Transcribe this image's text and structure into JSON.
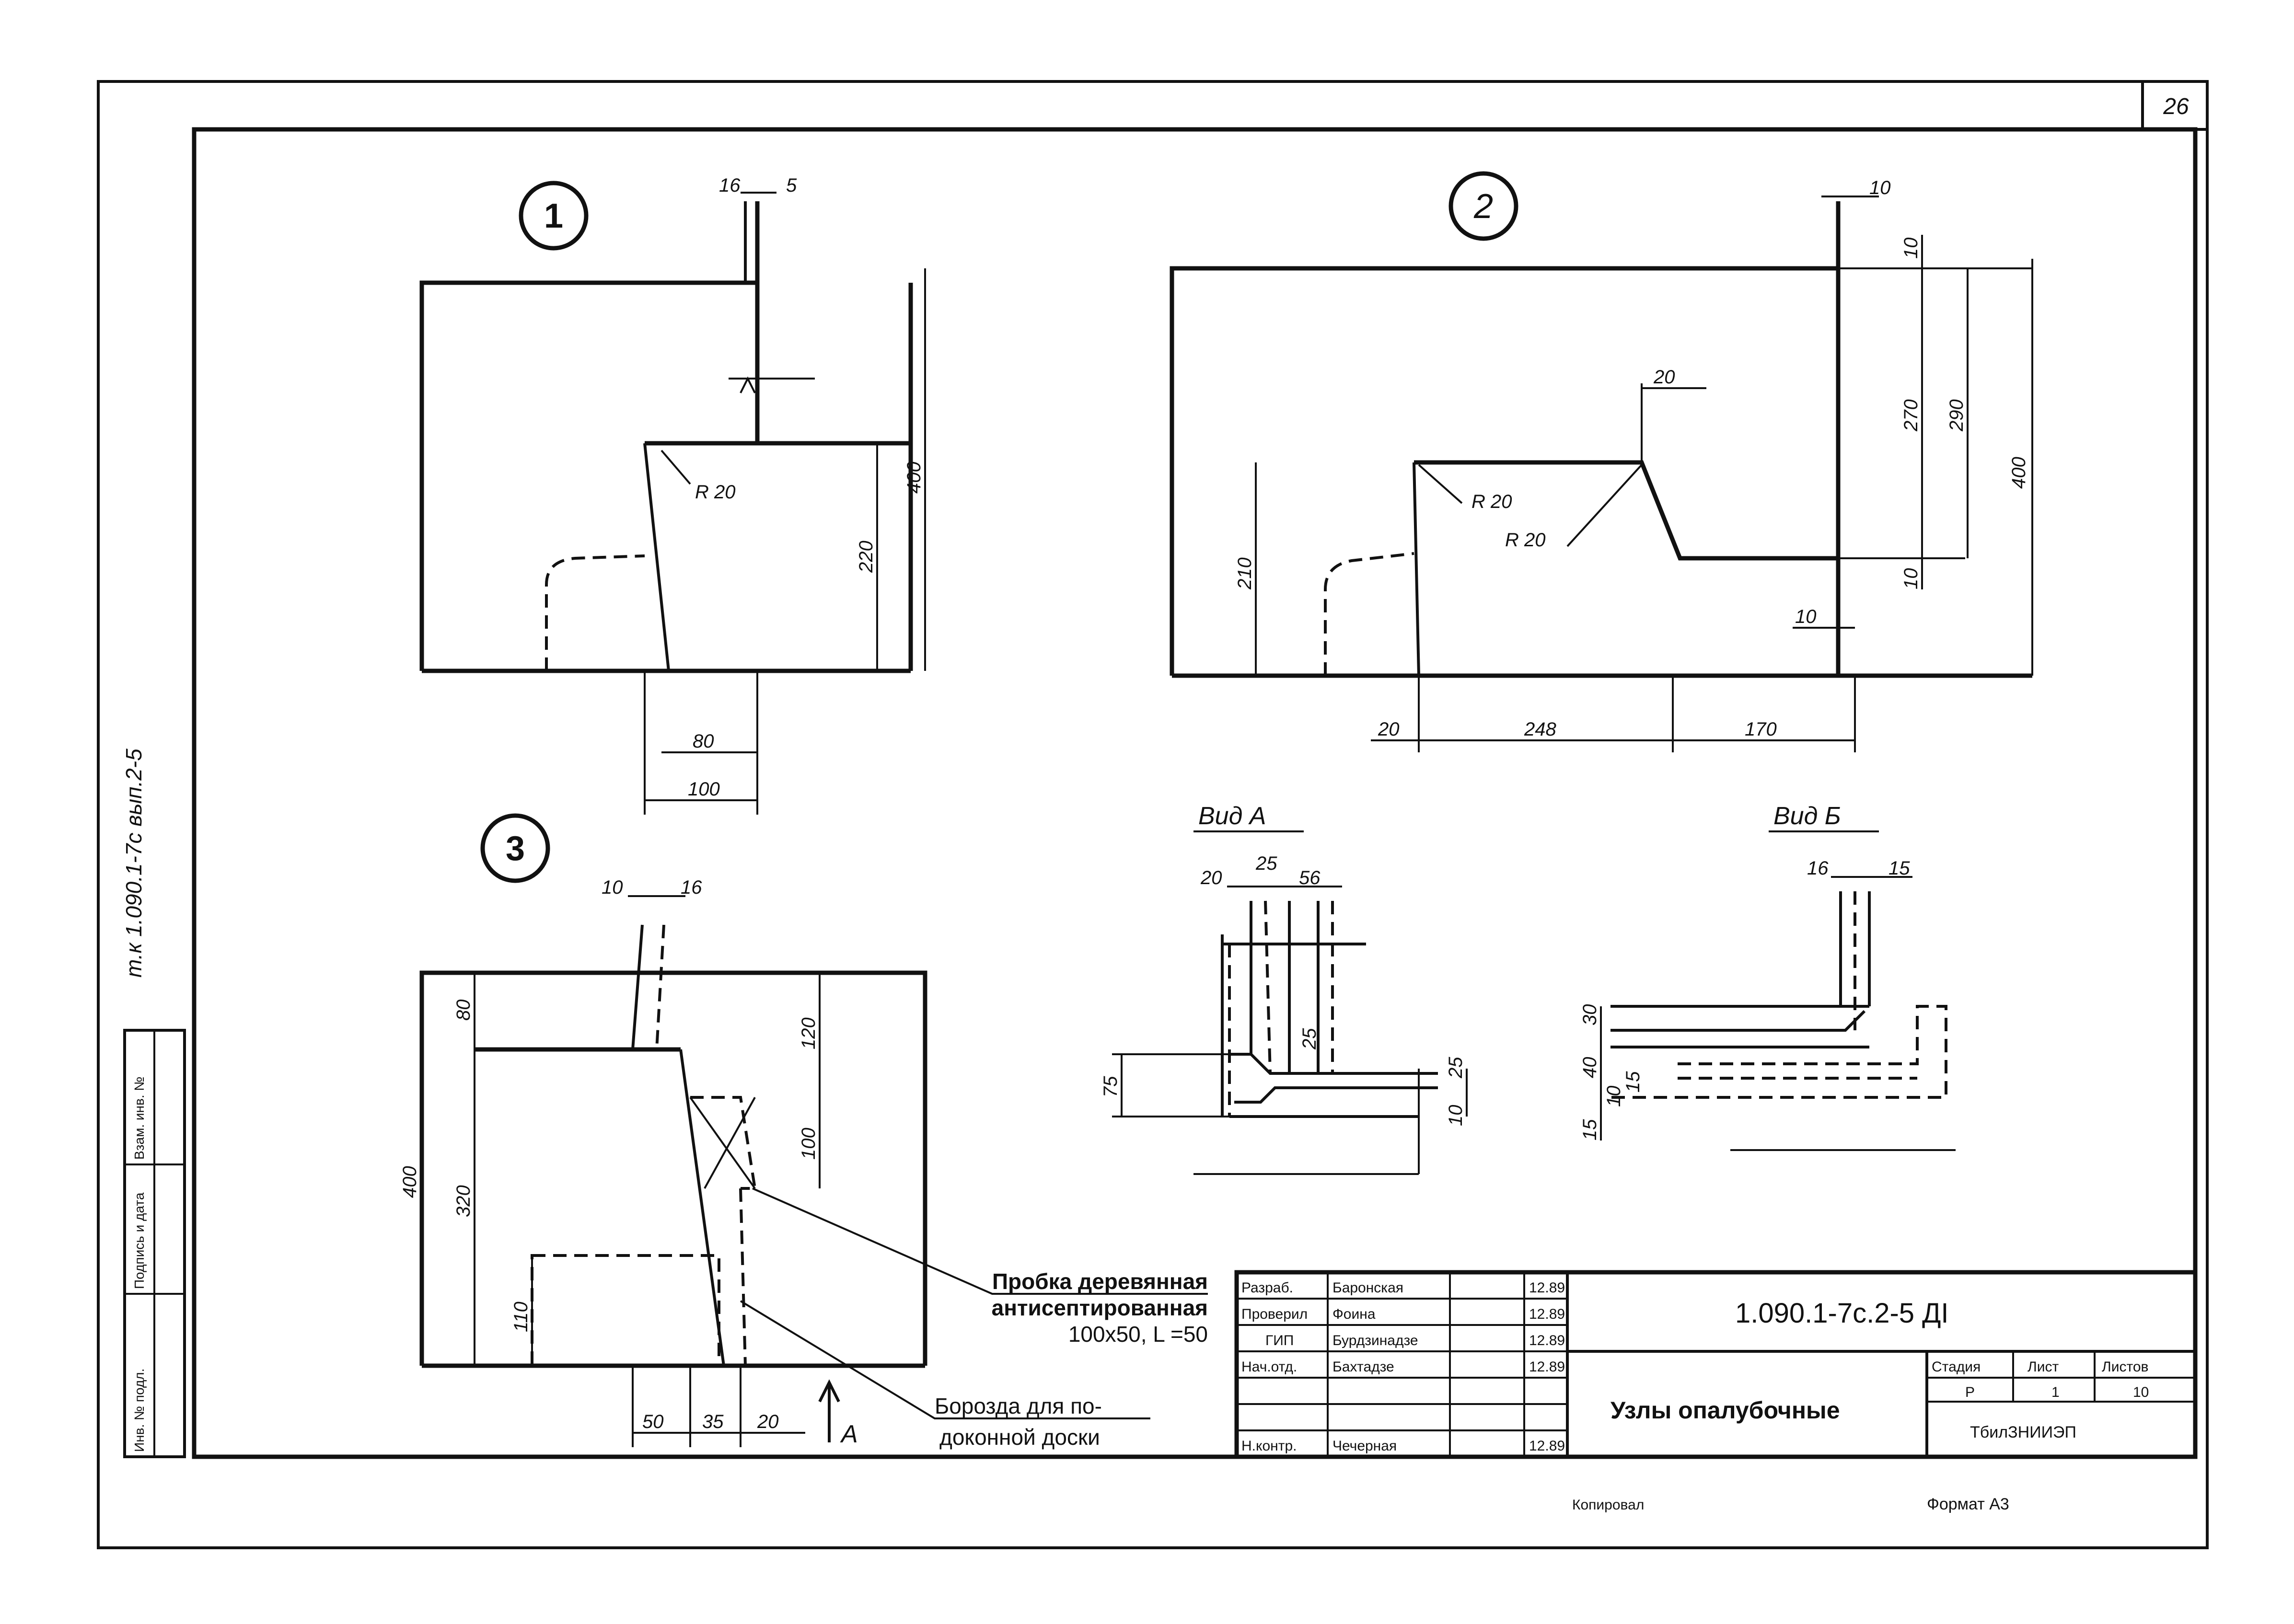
{
  "sheet": {
    "page_number": "26",
    "side_stamp": "т.к 1.090.1-7с вып.2-5",
    "left_strip": [
      "Инв. № подл.",
      "Подпись и дата",
      "Взам. инв. №"
    ]
  },
  "callouts": {
    "detail1": "1",
    "detail2": "2",
    "detail3": "3"
  },
  "views": {
    "view_a": "Вид А",
    "view_b": "Вид Б"
  },
  "dims": {
    "d1": [
      "16",
      "5",
      "220",
      "400",
      "80",
      "100"
    ],
    "d1_r": "R 20",
    "d2": [
      "10",
      "10",
      "20",
      "270",
      "290",
      "400",
      "R 20",
      "R 20",
      "210",
      "10",
      "10",
      "20",
      "248",
      "170"
    ],
    "d3": [
      "10",
      "16",
      "80",
      "120",
      "320",
      "400",
      "100",
      "110",
      "50",
      "35",
      "20",
      "А"
    ],
    "va": [
      "20",
      "25",
      "56",
      "75",
      "25",
      "10"
    ],
    "vb": [
      "16",
      "15",
      "30",
      "40",
      "10",
      "15",
      "15"
    ]
  },
  "notes": {
    "cork": [
      "Пробка деревянная",
      "антисептированная",
      "100х50, L =50"
    ],
    "groove": [
      "Борозда для по-",
      "доконной доски"
    ]
  },
  "title_block": {
    "rows": [
      {
        "role": "Разраб.",
        "name": "Баронская",
        "date": "12.89"
      },
      {
        "role": "Проверил",
        "name": "Фоина",
        "date": "12.89"
      },
      {
        "role": "ГИП",
        "name": "Бурдзинадзе",
        "date": "12.89"
      },
      {
        "role": "Нач.отд.",
        "name": "Бахтадзе",
        "date": "12.89"
      },
      {
        "role": "",
        "name": "",
        "date": ""
      },
      {
        "role": "",
        "name": "",
        "date": ""
      },
      {
        "role": "Н.контр.",
        "name": "Чечерная",
        "date": "12.89"
      }
    ],
    "doc_code": "1.090.1-7с.2-5 ДI",
    "title": "Узлы опалубочные",
    "stage_header": "Стадия",
    "sheet_header": "Лист",
    "sheets_header": "Листов",
    "stage": "Р",
    "sheet_no": "1",
    "sheets_total": "10",
    "org": "ТбилЗНИИЭП",
    "copied": "Копировал",
    "format": "Формат А3"
  }
}
